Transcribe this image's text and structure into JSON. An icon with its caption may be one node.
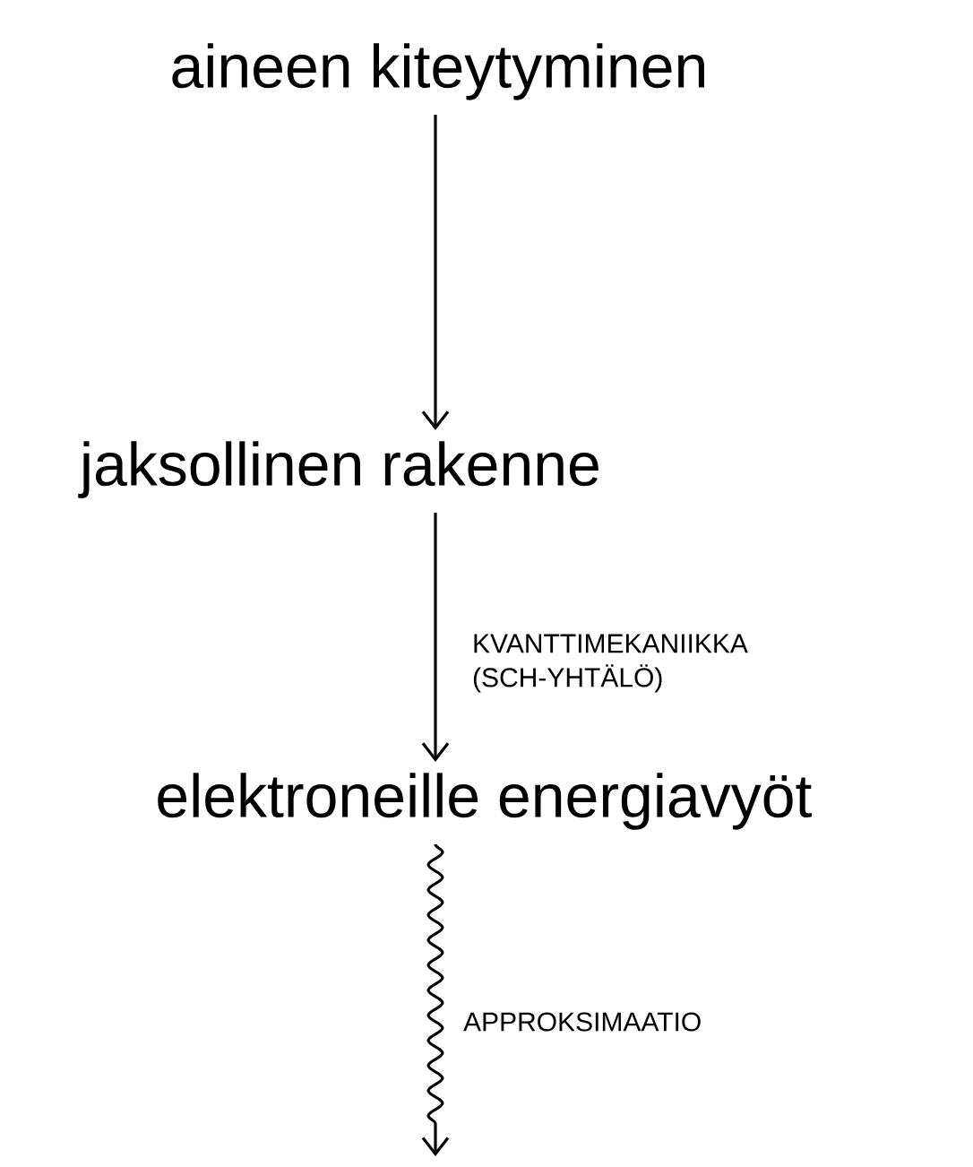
{
  "diagram": {
    "nodes": [
      {
        "text": [
          "aineen kiteytyminen"
        ]
      },
      {
        "text": [
          "jaksollinen rakenne"
        ]
      },
      {
        "text": [
          "elektroneille energiavyöt"
        ]
      }
    ],
    "edges": [
      {
        "from": 0,
        "to": 1,
        "arrow": "to"
      },
      {
        "from": 1,
        "to": 2,
        "arrow": "to",
        "label": "KVANTTIMEKANIIKKA (SCH-YHTÄLÖ)"
      },
      {
        "from": 2,
        "to": null,
        "arrow": "to",
        "label": "APPROKSIMAATIO"
      }
    ]
  }
}
